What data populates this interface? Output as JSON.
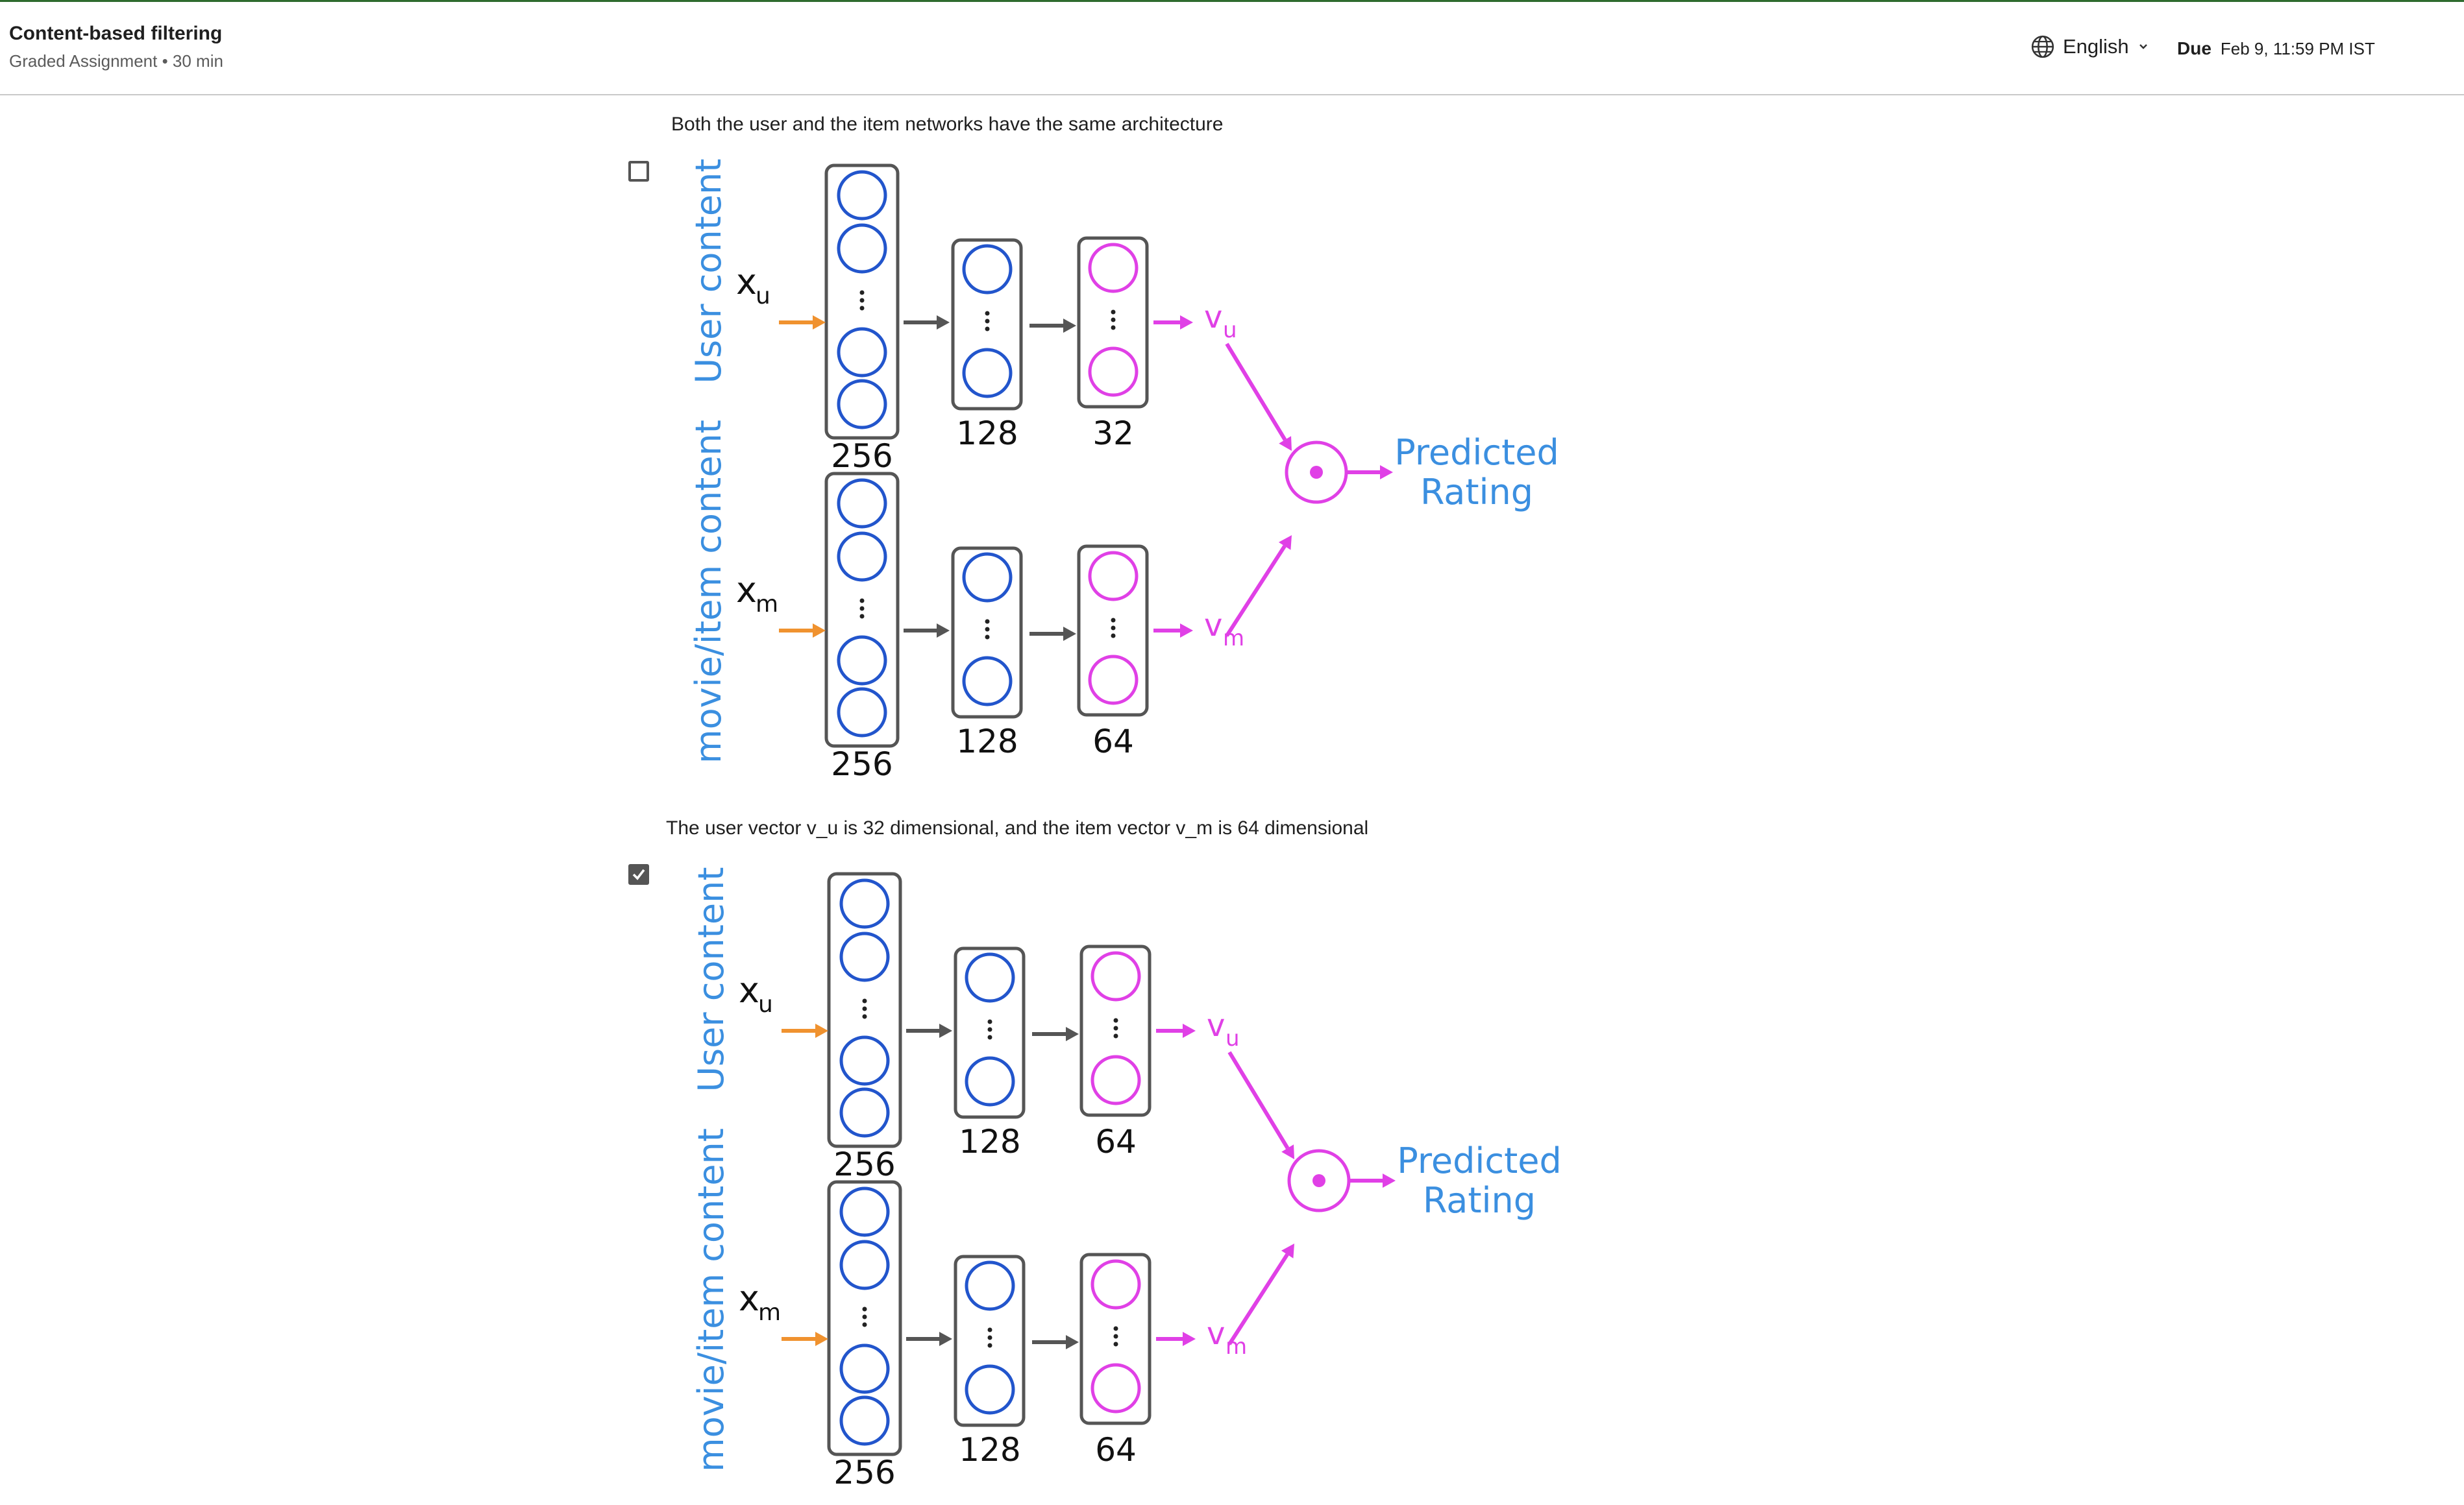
{
  "header": {
    "title": "Content-based filtering",
    "subtitle": "Graded Assignment • 30 min",
    "language": "English",
    "due_label": "Due",
    "due_date": "Feb 9, 11:59 PM IST"
  },
  "options": [
    {
      "text": "Both the user and the item networks have the same architecture",
      "checked": false,
      "diagram": {
        "user_label": "User content",
        "item_label": "movie/item content",
        "xu": "x",
        "xu_sub": "u",
        "xm": "x",
        "xm_sub": "m",
        "vu": "v",
        "vu_sub": "u",
        "vm": "v",
        "vm_sub": "m",
        "user_layers": [
          "256",
          "128",
          "32"
        ],
        "item_layers": [
          "256",
          "128",
          "64"
        ],
        "output_line1": "Predicted",
        "output_line2": "Rating"
      }
    },
    {
      "text": "The user vector v_u is 32 dimensional, and the item vector v_m is 64 dimensional",
      "checked": true,
      "diagram": {
        "user_label": "User content",
        "item_label": "movie/item content",
        "xu": "x",
        "xu_sub": "u",
        "xm": "x",
        "xm_sub": "m",
        "vu": "v",
        "vu_sub": "u",
        "vm": "v",
        "vm_sub": "m",
        "user_layers": [
          "256",
          "128",
          "64"
        ],
        "item_layers": [
          "256",
          "128",
          "64"
        ],
        "output_line1": "Predicted",
        "output_line2": "Rating"
      }
    }
  ],
  "colors": {
    "blue_label": "#3b8fe0",
    "neuron_blue": "#2255cc",
    "neuron_pink": "#e040e6",
    "arrow_orange": "#f0922f",
    "arrow_gray": "#555555",
    "box_border": "#555555"
  }
}
